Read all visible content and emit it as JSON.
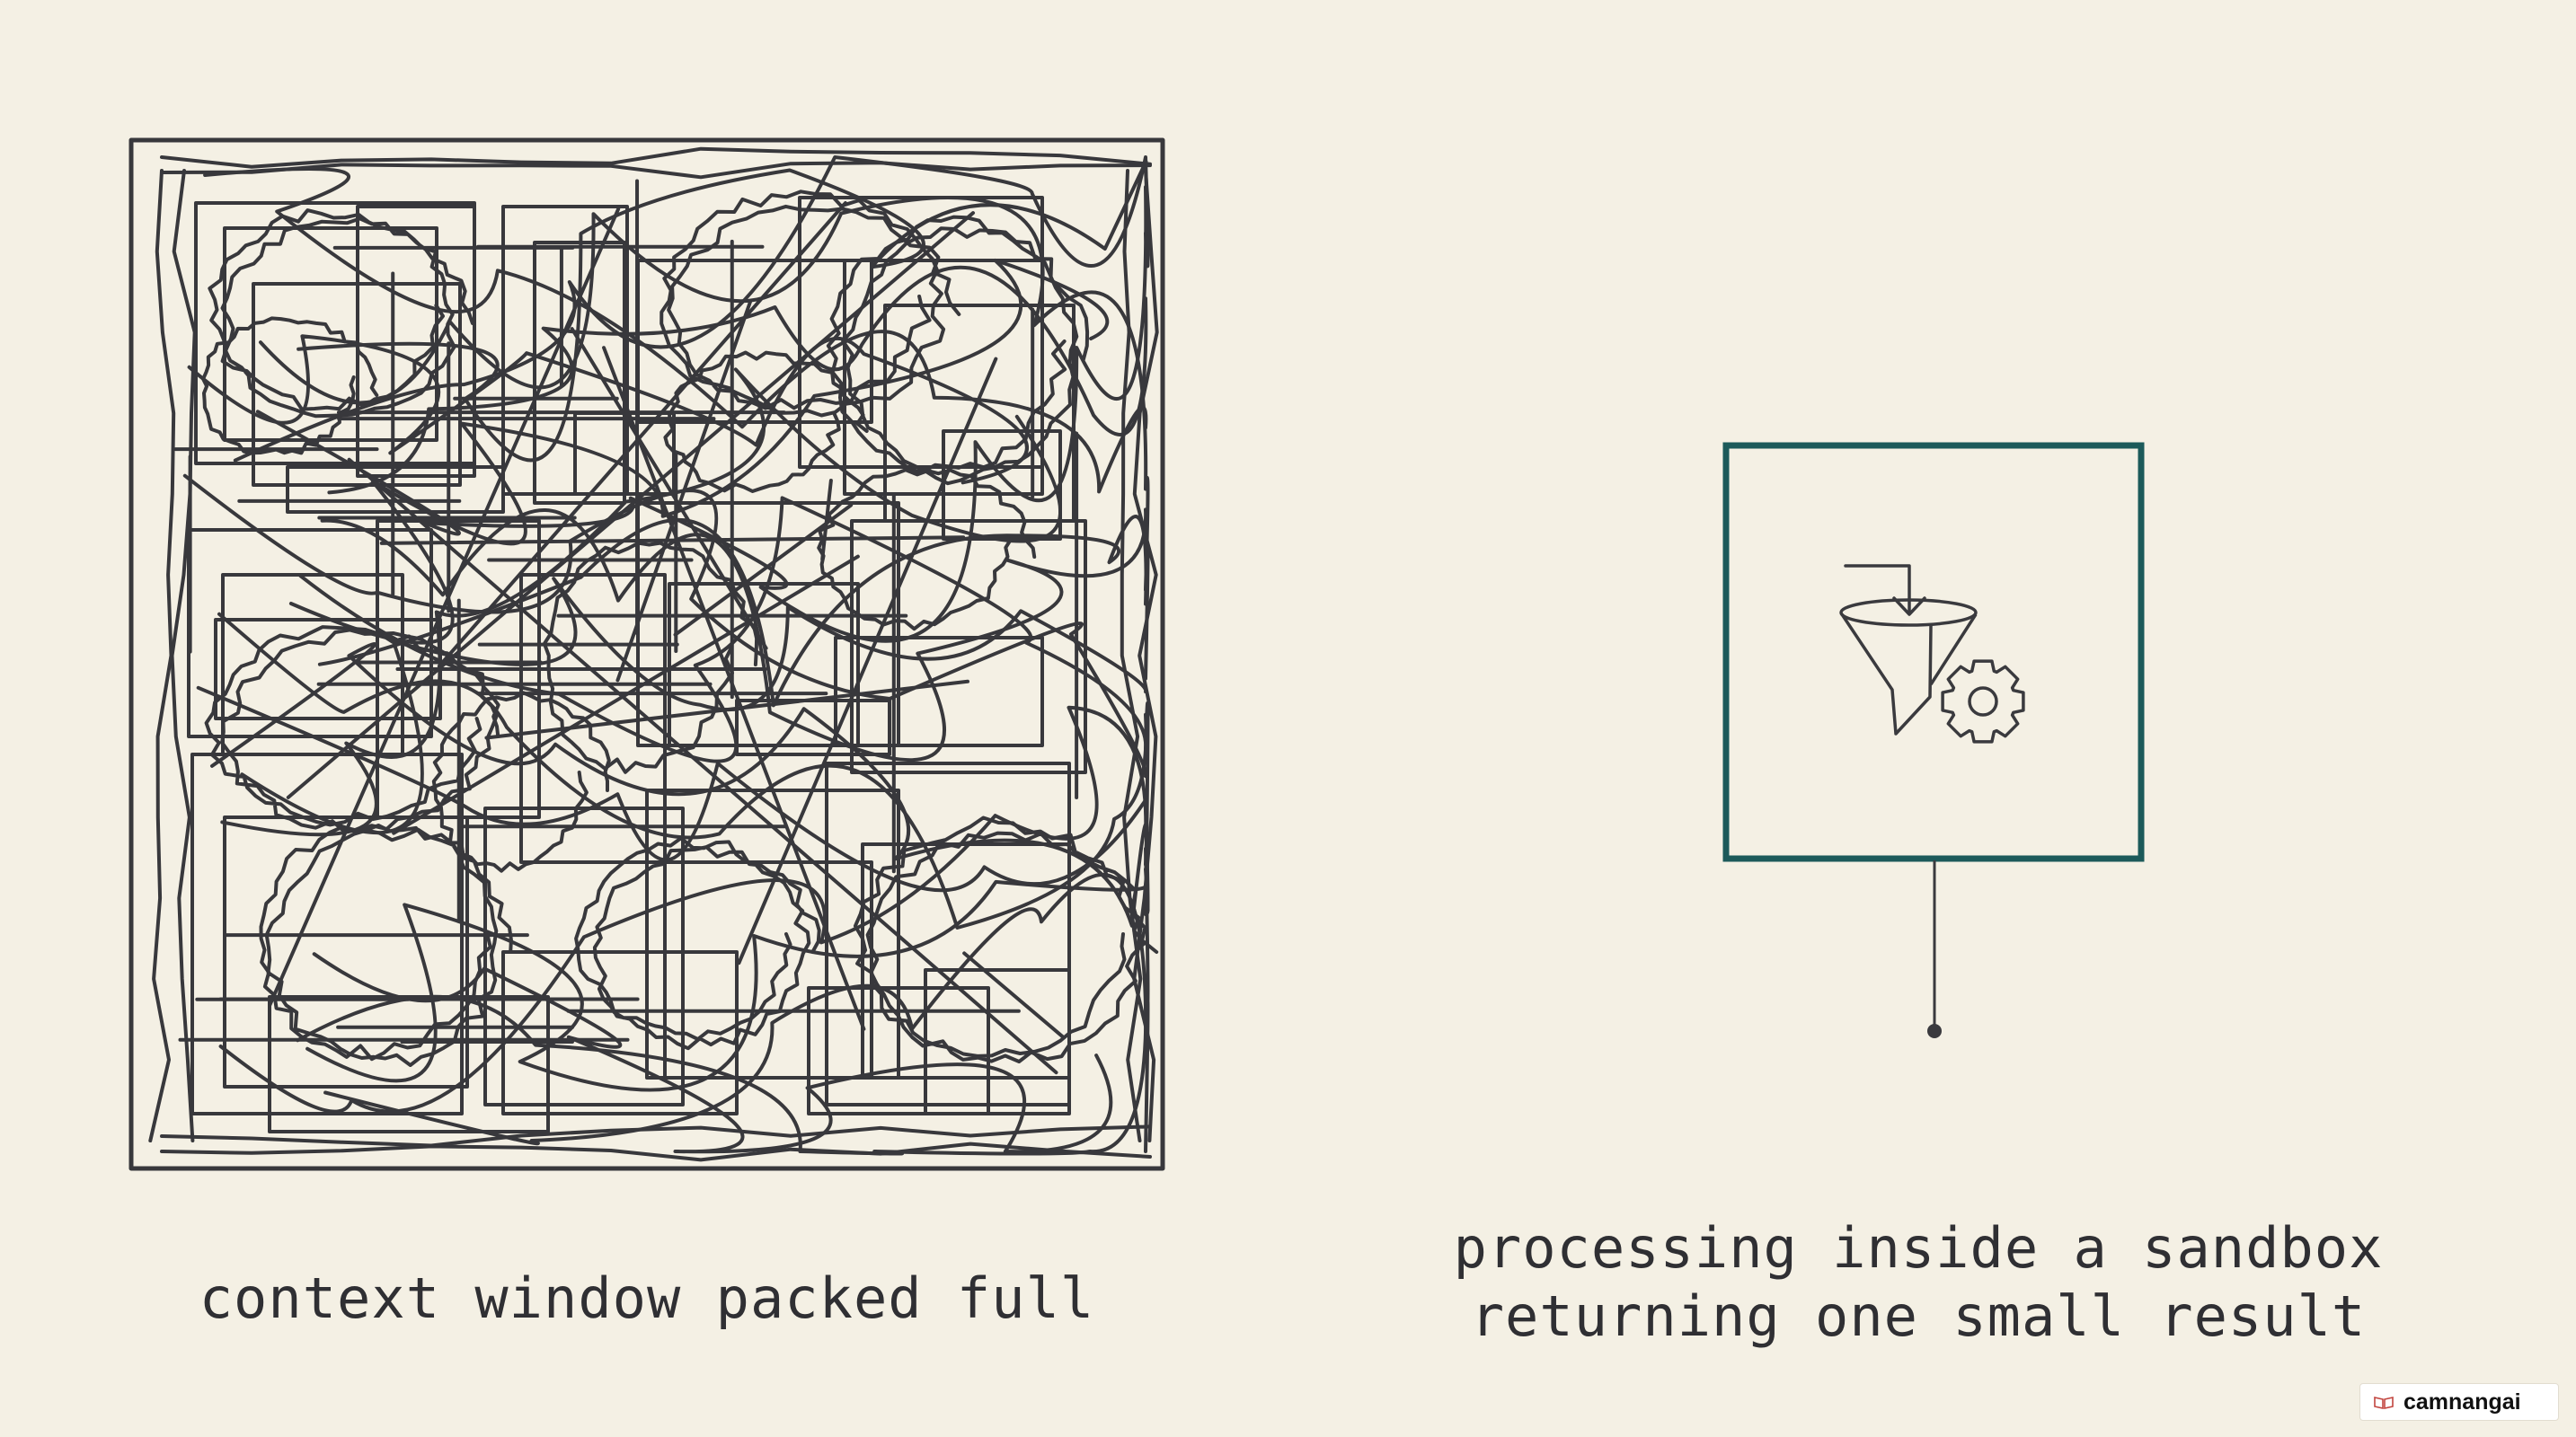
{
  "captions": {
    "left": "context window packed full",
    "right_line1": "processing inside a sandbox",
    "right_line2": "returning one small result"
  },
  "watermark": {
    "label": "camnangai",
    "icon": "book-icon"
  },
  "icons": {
    "sandbox": [
      "down-arrow-icon",
      "funnel-icon",
      "gear-icon"
    ]
  },
  "colors": {
    "background": "#f4f0e4",
    "ink": "#2f2f33",
    "accent": "#1c5a5a"
  }
}
